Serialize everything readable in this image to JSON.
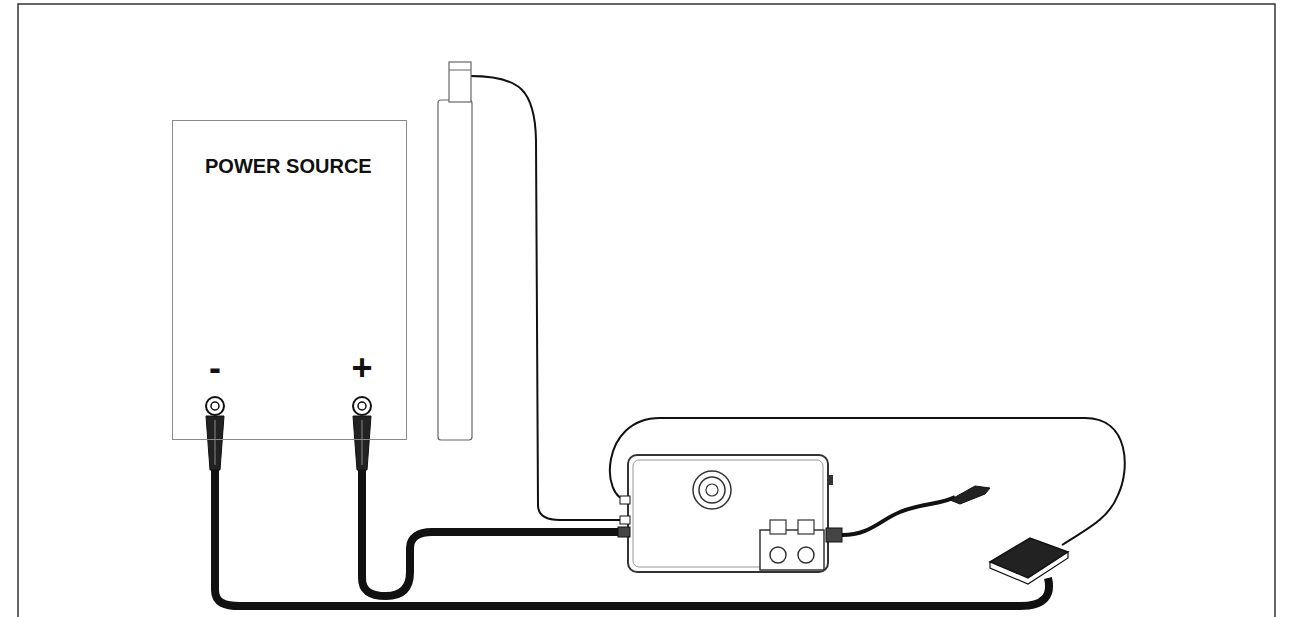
{
  "diagram": {
    "nodes": [
      {
        "text": [
          "POWER SOURCE"
        ]
      }
    ],
    "labels": [
      "-",
      "+"
    ]
  }
}
